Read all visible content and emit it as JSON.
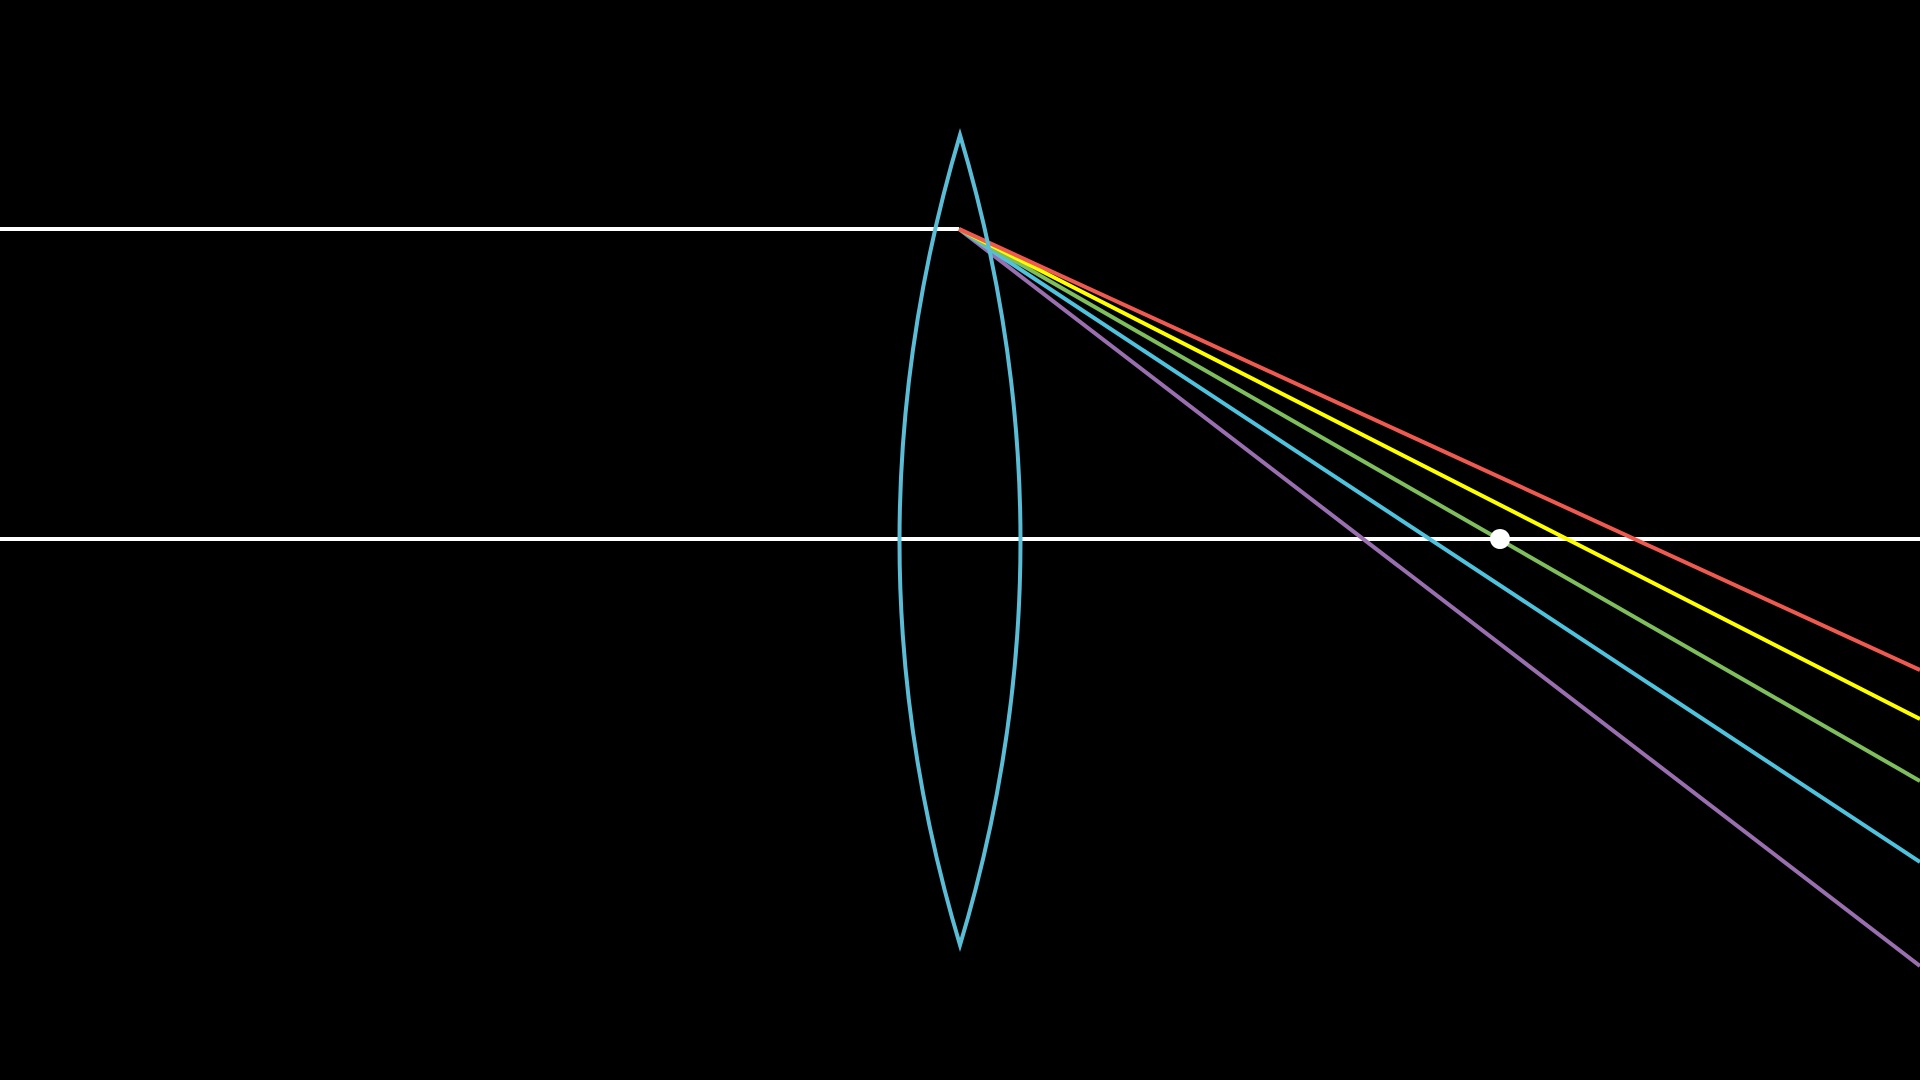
{
  "diagram": {
    "subject": "chromatic-aberration-convex-lens",
    "background_color": "#000000",
    "lens_color": "#5bbcd6",
    "incident_ray_color": "#ffffff",
    "optical_axis_color": "#ffffff",
    "focal_point_color": "#ffffff",
    "refracted_rays": [
      {
        "color_name": "red",
        "color": "#ef5a50"
      },
      {
        "color_name": "yellow",
        "color": "#ffff00"
      },
      {
        "color_name": "green",
        "color": "#7fbe5c"
      },
      {
        "color_name": "blue",
        "color": "#4fc3dd"
      },
      {
        "color_name": "violet",
        "color": "#9a6fb0"
      }
    ]
  }
}
